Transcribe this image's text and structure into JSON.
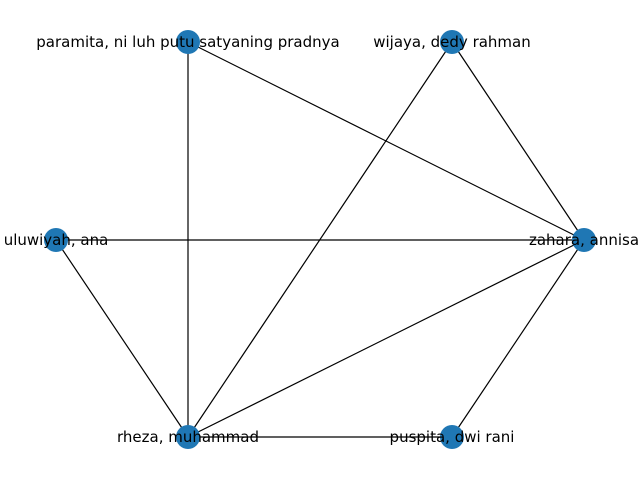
{
  "graph": {
    "node_color": "#1f77b4",
    "edge_color": "#000000",
    "nodes": [
      {
        "id": "paramita",
        "label": "paramita, ni luh putu satyaning pradnya"
      },
      {
        "id": "wijaya",
        "label": "wijaya, dedy rahman"
      },
      {
        "id": "zahara",
        "label": "zahara, annisa"
      },
      {
        "id": "puspita",
        "label": "puspita, dwi rani"
      },
      {
        "id": "rheza",
        "label": "rheza, muhammad"
      },
      {
        "id": "uluwiyah",
        "label": "uluwiyah, ana"
      }
    ],
    "edges": [
      [
        "paramita",
        "rheza"
      ],
      [
        "paramita",
        "zahara"
      ],
      [
        "wijaya",
        "rheza"
      ],
      [
        "wijaya",
        "zahara"
      ],
      [
        "uluwiyah",
        "zahara"
      ],
      [
        "uluwiyah",
        "rheza"
      ],
      [
        "rheza",
        "zahara"
      ],
      [
        "rheza",
        "puspita"
      ],
      [
        "zahara",
        "puspita"
      ]
    ]
  }
}
